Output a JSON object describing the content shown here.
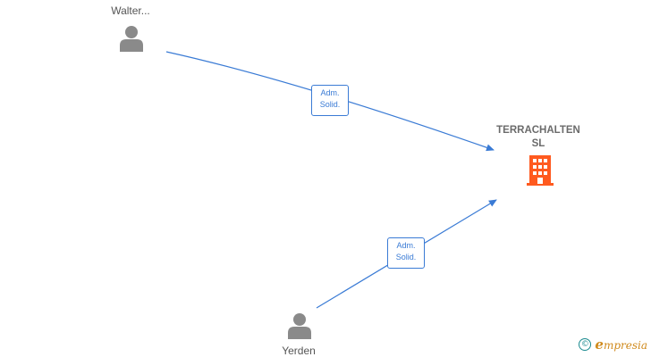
{
  "persons": [
    {
      "name": "Walter...",
      "icon": "person-icon"
    },
    {
      "name": "Yerden",
      "icon": "person-icon"
    }
  ],
  "company": {
    "name_line1": "TERRACHALTEN",
    "name_line2": "SL",
    "icon": "building-icon",
    "color": "#ff5a1f"
  },
  "edges": [
    {
      "from": "Walter...",
      "to": "TERRACHALTEN SL",
      "label_line1": "Adm.",
      "label_line2": "Solid."
    },
    {
      "from": "Yerden",
      "to": "TERRACHALTEN SL",
      "label_line1": "Adm.",
      "label_line2": "Solid."
    }
  ],
  "edge_color": "#3a7bd5",
  "person_color": "#8a8a8a",
  "brand": {
    "copyright_symbol": "©",
    "initial": "e",
    "rest": "mpresia"
  }
}
